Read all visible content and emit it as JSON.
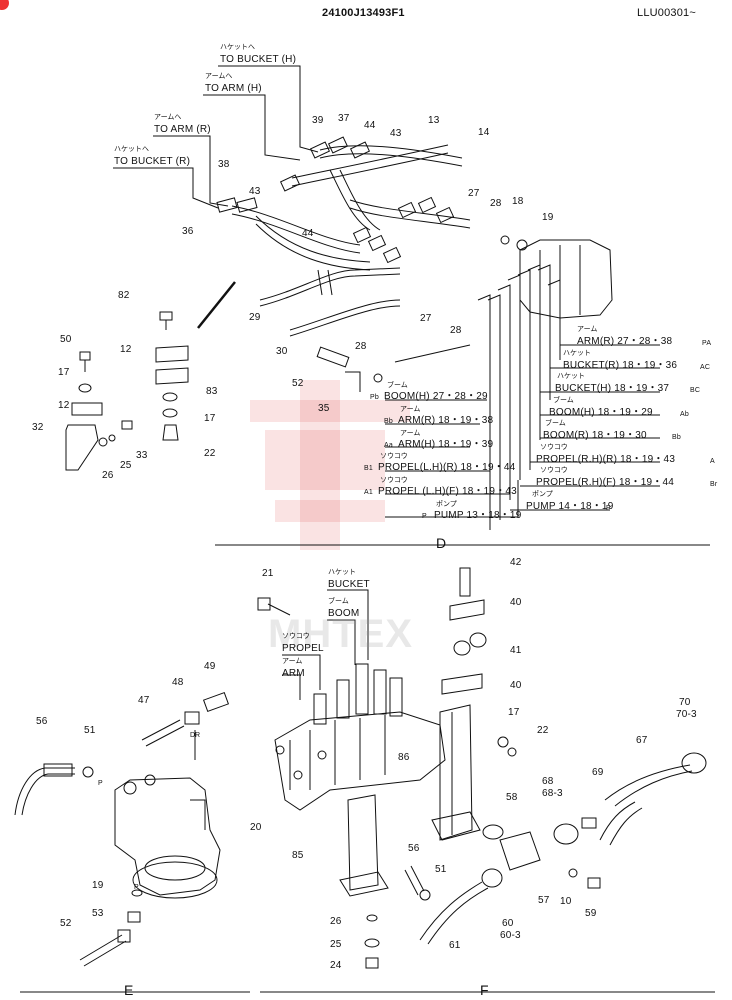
{
  "header": {
    "part_number": "24100J13493F1",
    "serial_range": "LLU00301~"
  },
  "watermark": "MHTEX",
  "sections": {
    "d": "D",
    "e": "E",
    "f": "F"
  },
  "section_d": {
    "callouts": {
      "c39": "39",
      "c37": "37",
      "c44a": "44",
      "c43a": "43",
      "c13": "13",
      "c14": "14",
      "c38": "38",
      "c43b": "43",
      "c36": "36",
      "c44b": "44",
      "c27a": "27",
      "c28a": "28",
      "c18": "18",
      "c19": "19",
      "c82": "82",
      "c29": "29",
      "c30": "30",
      "c27b": "27",
      "c28b": "28",
      "c50": "50",
      "c12a": "12",
      "c17a": "17",
      "c12b": "12",
      "c32": "32",
      "c33": "33",
      "c25": "25",
      "c26": "26",
      "c83": "83",
      "c17b": "17",
      "c22": "22",
      "c28c": "28",
      "c52": "52",
      "c35": "35"
    },
    "destinations": {
      "bucket_h_kana": "ハケットへ",
      "bucket_h": "TO BUCKET (H)",
      "arm_h_kana": "アームへ",
      "arm_h": "TO ARM (H)",
      "arm_r_kana": "アームへ",
      "arm_r": "TO ARM (R)",
      "bucket_r_kana": "ハケットへ",
      "bucket_r": "TO BUCKET (R)"
    },
    "left_labels": {
      "boom_h_kana": "ブーム",
      "boom_h": "BOOM(H) 27・28・29",
      "boom_h_tag": "Pb",
      "arm_r_kana": "アーム",
      "arm_r": "ARM(R) 18・19・38",
      "arm_r_tag": "Bb",
      "arm_h_kana": "アーム",
      "arm_h": "ARM(H) 18・19・39",
      "arm_h_tag": "Aa",
      "propel_lr_kana": "ソウコウ",
      "propel_lr": "PROPEL(L.H)(R) 18・19・44",
      "propel_lr_tag": "B1",
      "propel_lf_kana": "ソウコウ",
      "propel_lf": "PROPEL (L.H)(F) 18・19・43",
      "propel_lf_tag": "A1",
      "pump_kana": "ポンプ",
      "pump": "PUMP 13・18・19",
      "pump_tag": "P"
    },
    "right_labels": {
      "arm_r_kana": "アーム",
      "arm_r": "ARM(R) 27・28・38",
      "arm_r_tag": "PA",
      "bucket_r_kana": "ハケット",
      "bucket_r": "BUCKET(R) 18・19・36",
      "bucket_r_tag": "AC",
      "bucket_h_kana": "ハケット",
      "bucket_h": "BUCKET(H) 18・19・37",
      "bucket_h_tag": "BC",
      "boom_h_kana": "ブーム",
      "boom_h": "BOOM(H) 18・19・29",
      "boom_h_tag": "Ab",
      "boom_r_kana": "ブーム",
      "boom_r": "BOOM(R) 18・19・30",
      "boom_r_tag": "Bb",
      "propel_rf_kana": "ソウコウ",
      "propel_rf": "PROPEL(R.H)(R) 18・19・43",
      "propel_rf_tag": "A",
      "propel_rr_kana": "ソウコウ",
      "propel_rr": "PROPEL(R.H)(F) 18・19・44",
      "propel_rr_tag": "Br",
      "pump_kana": "ポンプ",
      "pump": "PUMP 14・18・19",
      "pump_tag": "P"
    }
  },
  "section_e": {
    "callouts": {
      "c47": "47",
      "c48": "48",
      "c49": "49",
      "c56": "56",
      "c51": "51",
      "c19": "19",
      "c53": "53",
      "c52": "52"
    },
    "ports": {
      "dr": "DR",
      "p_top": "P",
      "p_bottom": "P"
    }
  },
  "section_f": {
    "callouts": {
      "c21": "21",
      "c42": "42",
      "c40a": "40",
      "c41": "41",
      "c40b": "40",
      "c17": "17",
      "c22": "22",
      "c86": "86",
      "c67": "67",
      "c70": "70",
      "c70_3": "70-3",
      "c68": "68",
      "c68_3": "68-3",
      "c69": "69",
      "c58": "58",
      "c20": "20",
      "c85": "85",
      "c56": "56",
      "c51": "51",
      "c57": "57",
      "c10": "10",
      "c59": "59",
      "c60": "60",
      "c60_3": "60-3",
      "c61": "61",
      "c26": "26",
      "c25": "25",
      "c24": "24"
    },
    "valve_labels": {
      "bucket_kana": "ハケット",
      "bucket": "BUCKET",
      "boom_kana": "ブーム",
      "boom": "BOOM",
      "propel_kana": "ソウコウ",
      "propel": "PROPEL",
      "arm_kana": "アーム",
      "arm": "ARM"
    }
  }
}
